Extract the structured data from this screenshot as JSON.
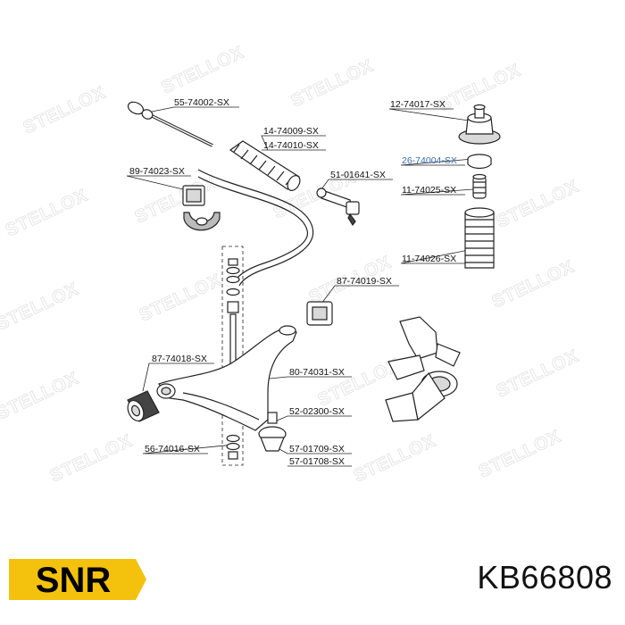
{
  "brand": {
    "name": "SNR",
    "color": "#f4c20d",
    "text_color": "#000000"
  },
  "part_number": "KB66808",
  "watermark": "STELLOX",
  "highlight_color": "#3a6fb0",
  "labels": [
    {
      "text": "55-74002-SX",
      "highlight": false
    },
    {
      "text": "14-74009-SX",
      "highlight": false
    },
    {
      "text": "14-74010-SX",
      "highlight": false
    },
    {
      "text": "89-74023-SX",
      "highlight": false
    },
    {
      "text": "51-01641-SX",
      "highlight": false
    },
    {
      "text": "12-74017-SX",
      "highlight": false
    },
    {
      "text": "26-74004-SX",
      "highlight": true
    },
    {
      "text": "11-74025-SX",
      "highlight": false
    },
    {
      "text": "11-74026-SX",
      "highlight": false
    },
    {
      "text": "87-74019-SX",
      "highlight": false
    },
    {
      "text": "87-74018-SX",
      "highlight": false
    },
    {
      "text": "80-74031-SX",
      "highlight": false
    },
    {
      "text": "52-02300-SX",
      "highlight": false
    },
    {
      "text": "56-74016-SX",
      "highlight": false
    },
    {
      "text": "57-01709-SX",
      "highlight": false
    },
    {
      "text": "57-01708-SX",
      "highlight": false
    }
  ]
}
